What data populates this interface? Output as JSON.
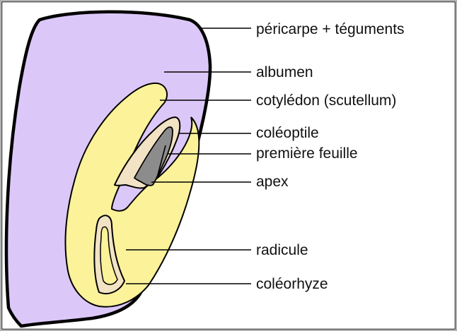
{
  "labels": {
    "pericarpe": "péricarpe + téguments",
    "albumen": "albumen",
    "cotyledon": "cotylédon (scutellum)",
    "coleoptile": "coléoptile",
    "premiere_feuille": "première feuille",
    "apex": "apex",
    "radicule": "radicule",
    "coleorhyze": "coléorhyze"
  },
  "colors": {
    "albumen": "#dcc8f8",
    "embryo": "#fcf29a",
    "leaf": "#8c8c8c",
    "outline": "#000000",
    "frame": "#a0a0a0"
  }
}
